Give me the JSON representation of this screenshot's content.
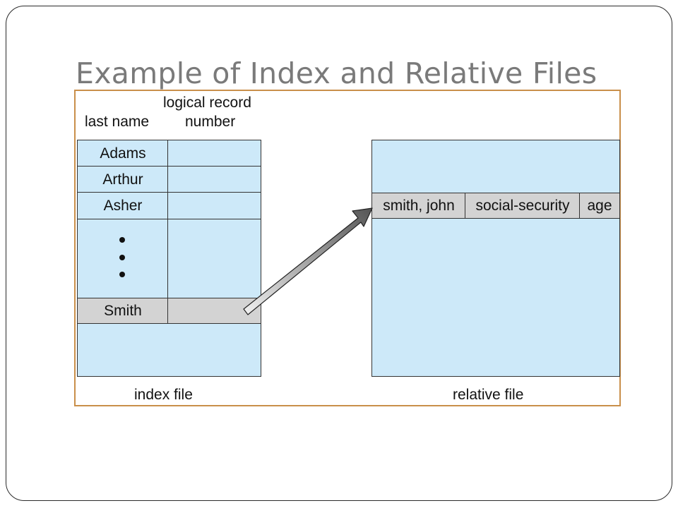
{
  "slide": {
    "title": "Example of Index and Relative Files"
  },
  "index_file": {
    "column_headers": {
      "last_name": "last name",
      "logical_record_line1": "logical record",
      "logical_record_line2": "number"
    },
    "rows": [
      {
        "last_name": "Adams",
        "record_number": ""
      },
      {
        "last_name": "Arthur",
        "record_number": ""
      },
      {
        "last_name": "Asher",
        "record_number": ""
      },
      {
        "last_name": "Smith",
        "record_number": ""
      }
    ],
    "caption": "index file"
  },
  "relative_file": {
    "record_fields": [
      "smith, john",
      "social-security",
      "age"
    ],
    "caption": "relative file"
  },
  "colors": {
    "cell_fill": "#cde9f9",
    "highlight_fill": "#d3d3d3",
    "title_color": "#7a7a7a",
    "figure_border": "#c98f4a"
  }
}
